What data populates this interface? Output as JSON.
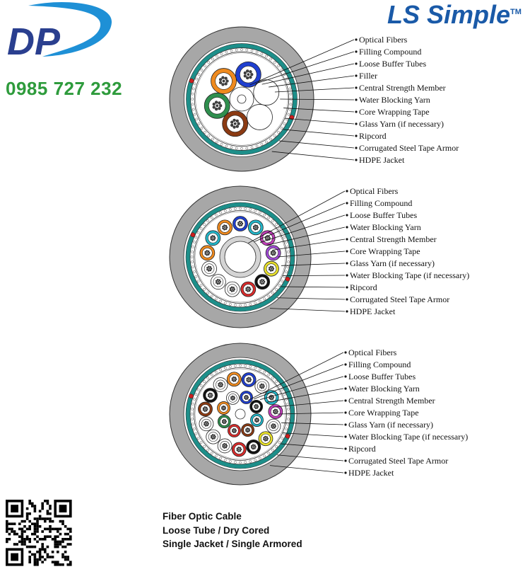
{
  "brand": {
    "phone": "0985 727 232",
    "ls_logo": "LS Simple",
    "ls_tm": "TM",
    "colors": {
      "dp_blue": "#2a3f8f",
      "dp_accent": "#1e90d6",
      "phone_green": "#2e9b3c",
      "ls_blue": "#1a5aa8"
    }
  },
  "diagrams": [
    {
      "labels": [
        "Optical Fibers",
        "Filling Compound",
        "Loose Buffer Tubes",
        "Filler",
        "Central Strength Member",
        "Water Blocking Yarn",
        "Core Wrapping Tape",
        "Glass Yarn (if necessary)",
        "Ripcord",
        "Corrugated Steel Tape Armor",
        "HDPE Jacket"
      ]
    },
    {
      "labels": [
        "Optical Fibers",
        "Filling Compound",
        "Loose Buffer Tubes",
        "Water Blocking Yarn",
        "Central Strength Member",
        "Core Wrapping Tape",
        "Glass Yarn (if necessary)",
        "Water Blocking Tape (if necessary)",
        "Ripcord",
        "Corrugated Steel Tape Armor",
        "HDPE Jacket"
      ]
    },
    {
      "labels": [
        "Optical Fibers",
        "Filling Compound",
        "Loose Buffer Tubes",
        "Water Blocking Yarn",
        "Central Strength Member",
        "Core Wrapping Tape",
        "Glass Yarn (if necessary)",
        "Water Blocking Tape (if necessary)",
        "Ripcord",
        "Corrugated Steel Tape Armor",
        "HDPE Jacket"
      ]
    }
  ],
  "tube_colors": {
    "blue": "#1f3fd0",
    "orange": "#ef8a1e",
    "green": "#2f8f4e",
    "brown": "#8b3a12",
    "cyan": "#22b5c8",
    "magenta": "#c23dba",
    "violet": "#a24bd6",
    "yellow": "#e8e02a",
    "black": "#111111",
    "red": "#d92b2b",
    "white": "#ffffff",
    "jacket": "#a7a7a7",
    "armor": "#1d8f8a",
    "ripcord": "#cc1f1f"
  },
  "caption": {
    "line1": "Fiber Optic Cable",
    "line2": "Loose Tube / Dry Cored",
    "line3": "Single Jacket / Single Armored"
  }
}
